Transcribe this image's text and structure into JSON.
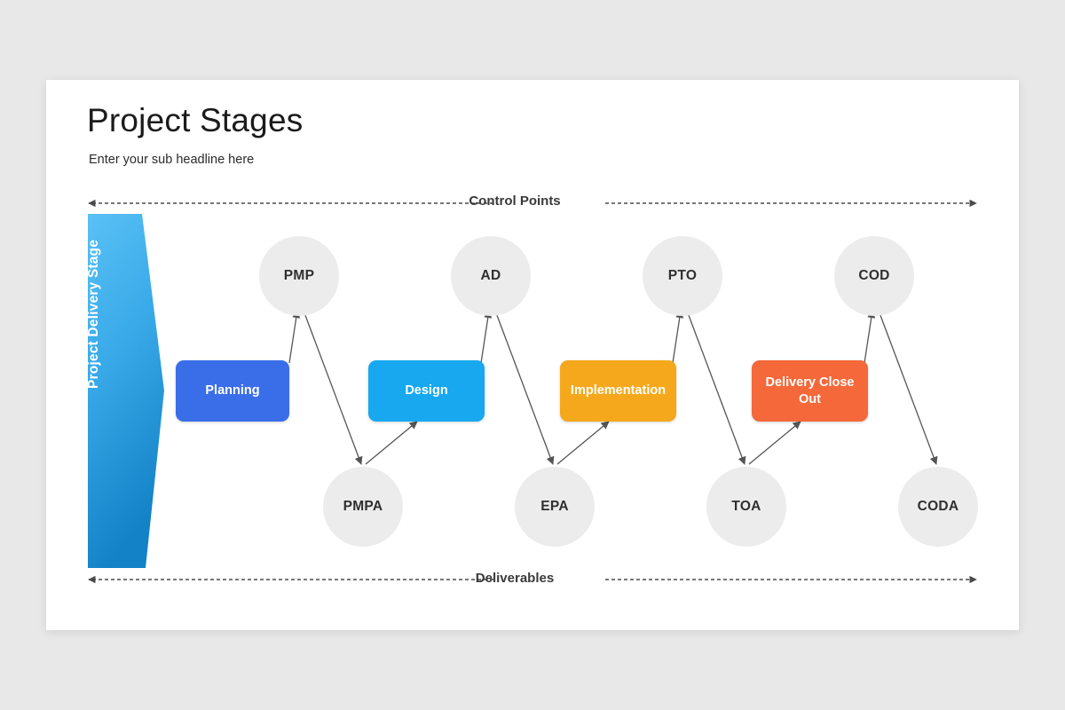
{
  "slide": {
    "title": "Project Stages",
    "subtitle": "Enter your sub headline here",
    "background_color": "#e8e8e8",
    "card_color": "#ffffff"
  },
  "banner": {
    "label": "Project Delivery Stage",
    "gradient_from": "#54bdf3",
    "gradient_to": "#1484c8",
    "text_color": "#ffffff"
  },
  "axes": {
    "top": {
      "label": "Control Points",
      "color": "#3a3a3a"
    },
    "bottom": {
      "label": "Deliverables",
      "color": "#3a3a3a"
    }
  },
  "stages": [
    {
      "label": "Planning",
      "color": "#3a6ee8"
    },
    {
      "label": "Design",
      "color": "#17a8ef"
    },
    {
      "label": "Implementation",
      "color": "#f5a81c"
    },
    {
      "label": "Delivery Close Out",
      "color": "#f4683a"
    }
  ],
  "control_points": [
    {
      "label": "PMP",
      "color": "#ececec"
    },
    {
      "label": "AD",
      "color": "#ececec"
    },
    {
      "label": "PTO",
      "color": "#ececec"
    },
    {
      "label": "COD",
      "color": "#ececec"
    }
  ],
  "deliverables": [
    {
      "label": "PMPA",
      "color": "#ececec"
    },
    {
      "label": "EPA",
      "color": "#ececec"
    },
    {
      "label": "TOA",
      "color": "#ececec"
    },
    {
      "label": "CODA",
      "color": "#ececec"
    }
  ],
  "connectors": {
    "color": "#555555",
    "style": "solid-with-arrowhead"
  }
}
